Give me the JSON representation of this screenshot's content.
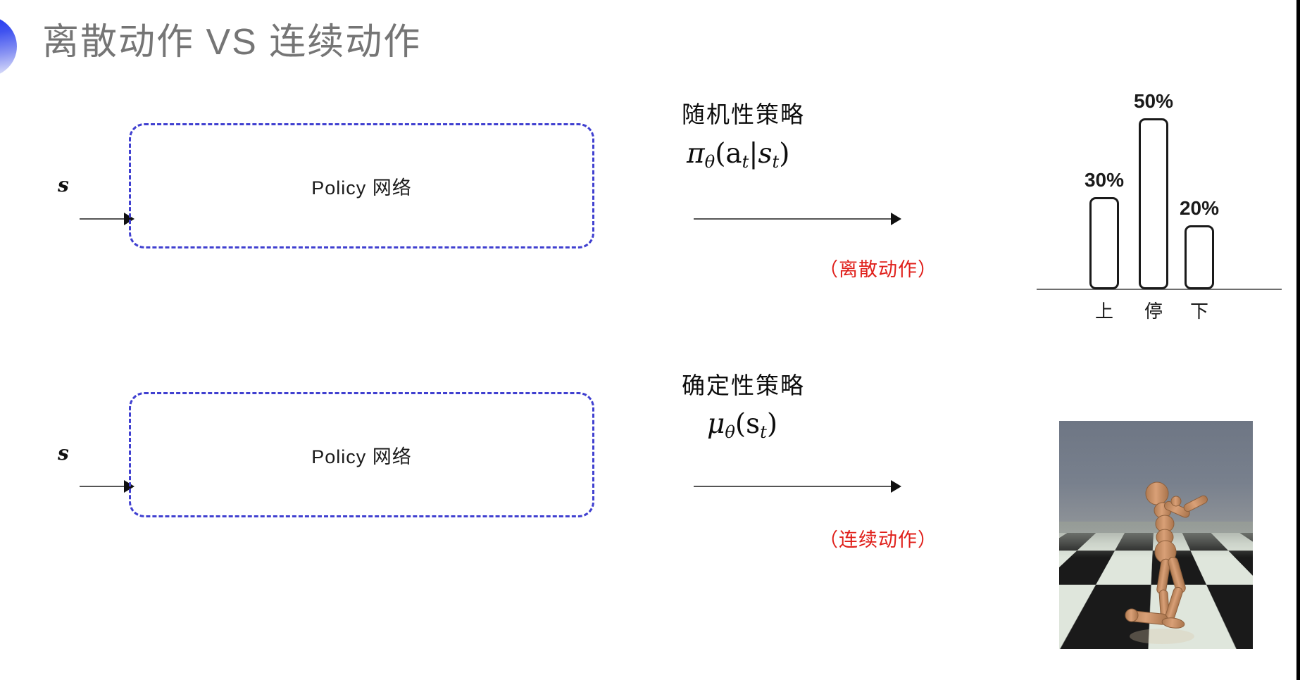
{
  "slide": {
    "title": "离散动作 VS 连续动作",
    "title_color": "#757575",
    "accent_color": "#3f52f0",
    "box_border_color": "#4040d0",
    "note_color": "#e0201b"
  },
  "rows": [
    {
      "state_label": "s",
      "box_label": "Policy 网络",
      "policy_kind": "随机性策略",
      "formula": {
        "head": "π",
        "head_sub": "θ",
        "body": "(a",
        "body_sub": "t",
        "mid": "|s",
        "mid_sub": "t",
        "tail": ")"
      },
      "note": "（离散动作）",
      "output_kind": "bar-chart"
    },
    {
      "state_label": "s",
      "box_label": "Policy 网络",
      "policy_kind": "确定性策略",
      "formula": {
        "head": "μ",
        "head_sub": "θ",
        "body": "(s",
        "body_sub": "t",
        "mid": "",
        "mid_sub": "",
        "tail": ")"
      },
      "note": "（连续动作）",
      "output_kind": "humanoid-simulation"
    }
  ],
  "chart_data": {
    "type": "bar",
    "title": "",
    "categories": [
      "上",
      "停",
      "下"
    ],
    "values": [
      30,
      50,
      20
    ],
    "value_labels": [
      "30%",
      "50%",
      "20%"
    ],
    "xlabel": "",
    "ylabel": "",
    "ylim": [
      0,
      60
    ],
    "grid": false,
    "legend": "none",
    "bar_fill": "#ffffff",
    "bar_stroke": "#1a1a1a"
  }
}
